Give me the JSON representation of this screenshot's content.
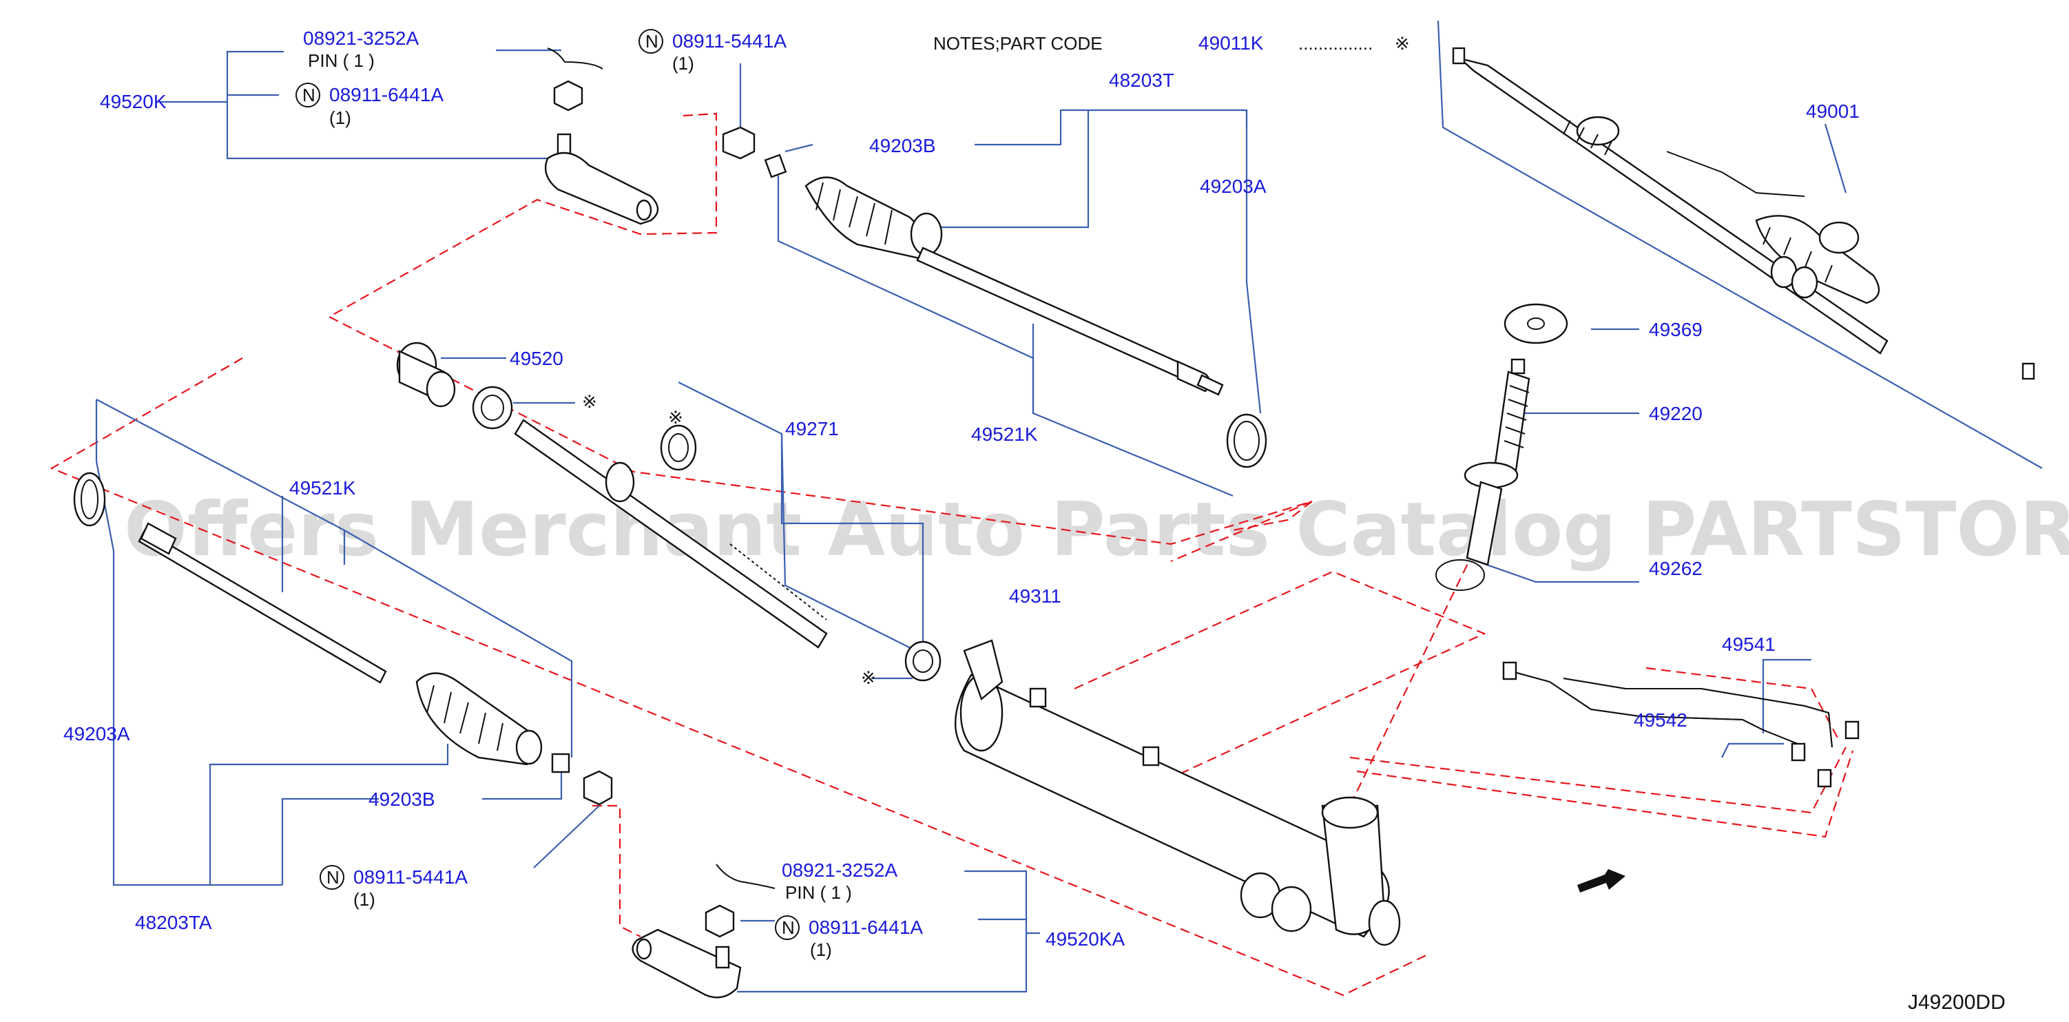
{
  "notes": {
    "label": "NOTES;PART   CODE",
    "code": "49011K",
    "dots": "...............",
    "mark": "※"
  },
  "callouts": {
    "p49520K": "49520K",
    "p08921_top": "08921-3252A",
    "pin_top": "PIN  ( 1 )",
    "n_symbol": "N",
    "p08911_6441_top": "08911-6441A",
    "qty_6441_top": "(1)",
    "p08911_5441_top": "08911-5441A",
    "qty_5441_top": "(1)",
    "p48203T": "48203T",
    "p49203B_top": "49203B",
    "p49203A_top": "49203A",
    "p49001": "49001",
    "p49369": "49369",
    "p49220": "49220",
    "p49262": "49262",
    "p49520": "49520",
    "p49521K_top": "49521K",
    "p49271": "49271",
    "p49521K_left": "49521K",
    "p49203A_left": "49203A",
    "p49203B_bottom": "49203B",
    "p08911_5441_bottom": "08911-5441A",
    "qty_5441_bottom": "(1)",
    "p48203TA": "48203TA",
    "p49311": "49311",
    "p49541": "49541",
    "p49542": "49542",
    "p08921_bottom": "08921-3252A",
    "pin_bottom": "PIN    ( 1 )",
    "p08911_6441_bottom": "08911-6441A",
    "qty_6441_bottom": "(1)",
    "p49520KA": "49520KA"
  },
  "marks": {
    "asterisk": "※"
  },
  "watermark": "Offers Merchant Auto Parts Catalog PARTSTORE.SA",
  "diagram_code": "J49200DD",
  "colors": {
    "callout_text": "#1a1adc",
    "leader_line": "#3a5fb0",
    "dashed_line": "#e8151b",
    "part_outline": "#111111"
  }
}
